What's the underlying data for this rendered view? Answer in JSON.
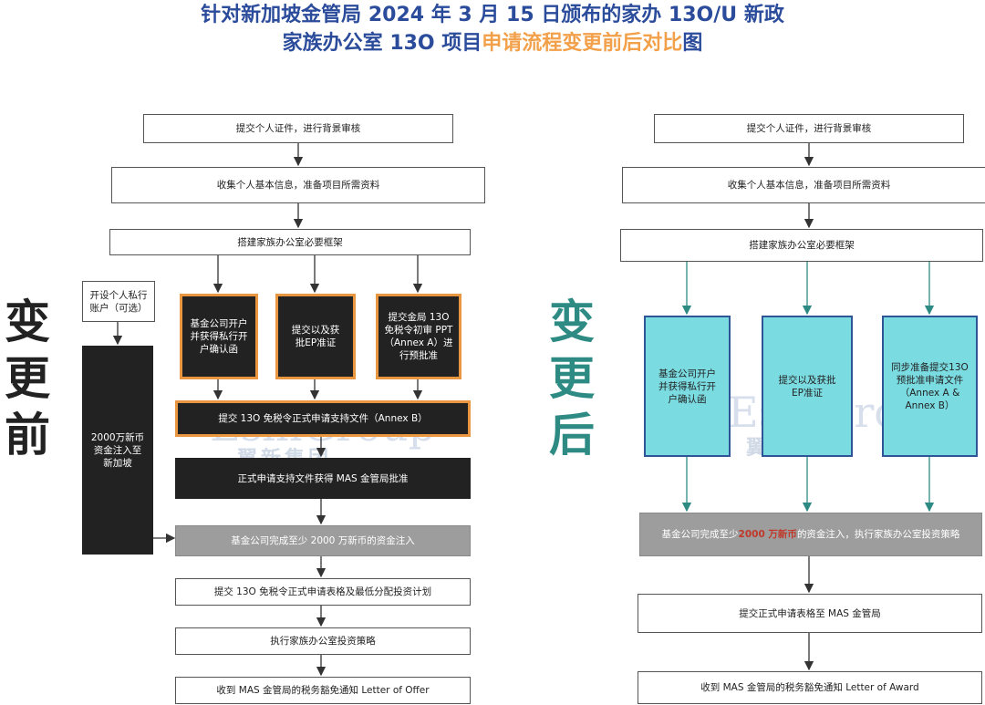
{
  "title": {
    "line1": "针对新加坡金管局 2024 年 3 月 15 日颁布的家办 13O/U 新政",
    "line2_pre": "家族办公室 13O 项目",
    "line2_highlight": "申请流程变更前后对比",
    "line2_post": "图"
  },
  "left": {
    "side_label": [
      "变",
      "更",
      "前"
    ],
    "steps": {
      "submit_id": "提交个人证件，进行背景审核",
      "collect_info": "收集个人基本信息，准备项目所需资料",
      "build_framework": "搭建家族办公室必要框架",
      "open_private_account": "开设个人私行账户（可选）",
      "fund_company": "基金公司开户并获得私行开户确认函",
      "ep_approval": "提交以及获批EP准证",
      "ppt_preapproval": "提交金局 13O 免税令初审 PPT（Annex A）进行预批准",
      "annex_b": "提交 13O 免税令正式申请支持文件（Annex B）",
      "mas_approval": "正式申请支持文件获得 MAS 金管局批准",
      "capital_injection": "基金公司完成至少 2000 万新币的资金注入",
      "fund_transfer": "2000万新币资金注入至新加坡",
      "formal_application": "提交 13O 免税令正式申请表格及最低分配投资计划",
      "execute_strategy": "执行家族办公室投资策略",
      "letter_of_offer": "收到 MAS 金管局的税务豁免通知 Letter of Offer"
    }
  },
  "right": {
    "side_label": [
      "变",
      "更",
      "后"
    ],
    "steps": {
      "submit_id": "提交个人证件，进行背景审核",
      "collect_info": "收集个人基本信息，准备项目所需资料",
      "build_framework": "搭建家族办公室必要框架",
      "fund_company": "基金公司开户并获得私行开户确认函",
      "ep_approval": "提交以及获批EP准证",
      "parallel_prep": "同步准备提交13O预批准申请文件（Annex A & Annex B）",
      "capital_pre": "基金公司完成至少",
      "capital_amount": "2000 万新币",
      "capital_post": "的资金注入，执行家族办公室投资策略",
      "formal_application": "提交正式申请表格至 MAS 金管局",
      "letter_of_award": "收到 MAS 金管局的税务豁免通知 Letter of Award"
    }
  },
  "watermark": {
    "en": "EsinGroup",
    "cn": "翼新集团"
  }
}
